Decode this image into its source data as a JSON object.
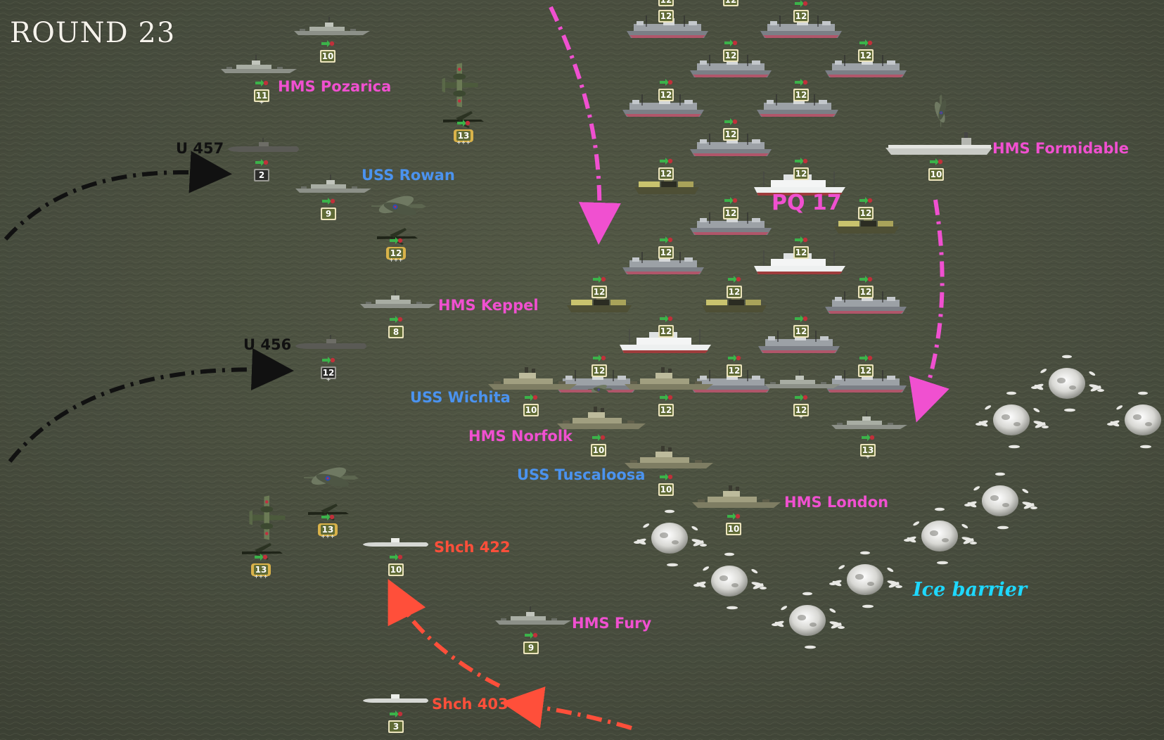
{
  "title": "ROUND 23",
  "colors": {
    "british": "#f050d0",
    "us": "#4b93ef",
    "german": "#111111",
    "soviet": "#ff4f3a",
    "ice": "#1ed8ff",
    "sea": "#4f5444"
  },
  "convoy_label": "PQ 17",
  "ice_label": "Ice barrier",
  "units": [
    {
      "id": "top-ship-1",
      "name": "",
      "type": "warship",
      "str": "10",
      "side": "british"
    },
    {
      "id": "top-ship-2",
      "name": "",
      "type": "merchant",
      "str": "12",
      "side": "british"
    },
    {
      "id": "top-ship-3",
      "name": "",
      "type": "merchant",
      "str": "12",
      "side": "british"
    },
    {
      "id": "hms-pozarica",
      "name": "HMS Pozarica",
      "type": "warship",
      "str": "11",
      "side": "british"
    },
    {
      "id": "u457",
      "name": "U 457",
      "type": "submarine",
      "str": "2",
      "side": "german"
    },
    {
      "id": "uss-rowan",
      "name": "USS Rowan",
      "type": "warship",
      "str": "9",
      "side": "us"
    },
    {
      "id": "hms-keppel",
      "name": "HMS Keppel",
      "type": "warship",
      "str": "8",
      "side": "british"
    },
    {
      "id": "u456",
      "name": "U 456",
      "type": "submarine",
      "str": "12",
      "side": "german"
    },
    {
      "id": "uss-wichita",
      "name": "USS Wichita",
      "type": "cruiser",
      "str": "10",
      "side": "us"
    },
    {
      "id": "hms-norfolk",
      "name": "HMS Norfolk",
      "type": "cruiser",
      "str": "10",
      "side": "british"
    },
    {
      "id": "uss-tuscaloosa",
      "name": "USS Tuscaloosa",
      "type": "cruiser",
      "str": "10",
      "side": "us"
    },
    {
      "id": "hms-london",
      "name": "HMS London",
      "type": "cruiser",
      "str": "10",
      "side": "british"
    },
    {
      "id": "hms-formidable",
      "name": "HMS Formidable",
      "type": "carrier",
      "str": "10",
      "side": "british"
    },
    {
      "id": "shch422",
      "name": "Shch 422",
      "type": "submarine",
      "str": "10",
      "side": "soviet"
    },
    {
      "id": "hms-fury",
      "name": "HMS Fury",
      "type": "warship",
      "str": "9",
      "side": "british"
    },
    {
      "id": "shch403",
      "name": "Shch 403",
      "type": "submarine",
      "str": "3",
      "side": "soviet"
    }
  ],
  "air_units": [
    {
      "id": "mosquito-top",
      "str": "13"
    },
    {
      "id": "spitfire-rowan",
      "str": "12"
    },
    {
      "id": "mosquito-left",
      "str": "13"
    },
    {
      "id": "spitfire-left",
      "str": "13"
    }
  ],
  "convoy_strengths": [
    "12",
    "12",
    "12",
    "12",
    "12",
    "12",
    "12",
    "12",
    "12",
    "12",
    "12",
    "12",
    "12",
    "12",
    "12",
    "12",
    "12",
    "12",
    "12",
    "12",
    "12",
    "12",
    "12",
    "12",
    "12",
    "12"
  ],
  "escort_strengths": [
    "12",
    "12",
    "13"
  ]
}
